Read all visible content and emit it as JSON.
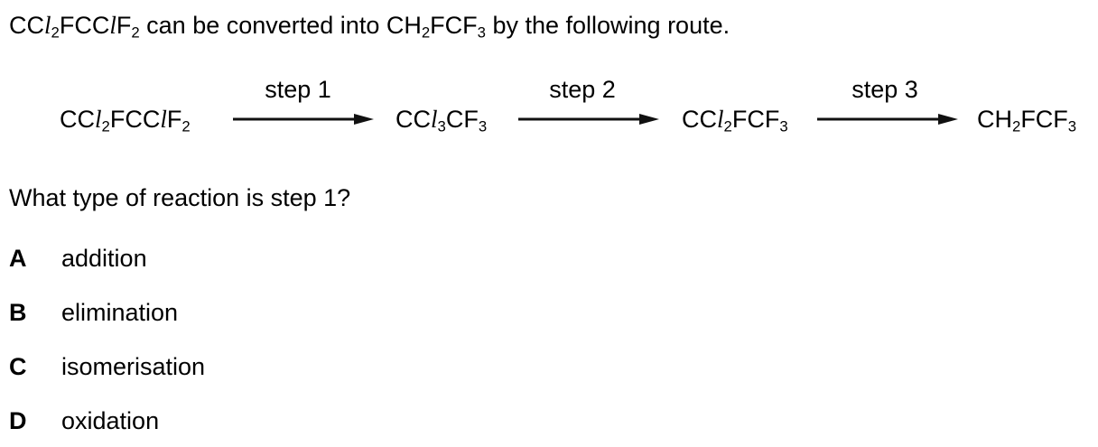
{
  "intro": {
    "prefix_formula": [
      "CC",
      "l",
      "2",
      "FCC",
      "l",
      "F",
      "2"
    ],
    "text_mid": " can be converted into ",
    "target_formula": [
      "CH",
      "2",
      "FCF",
      "3"
    ],
    "text_end": " by the following route."
  },
  "scheme": {
    "species": [
      {
        "parts": [
          "CC",
          "l",
          "2",
          "FCC",
          "l",
          "F",
          "2"
        ]
      },
      {
        "parts": [
          "CC",
          "l",
          "3",
          "CF",
          "3"
        ]
      },
      {
        "parts": [
          "CC",
          "l",
          "2",
          "FCF",
          "3"
        ]
      },
      {
        "parts": [
          "CH",
          "2",
          "FCF",
          "3"
        ]
      }
    ],
    "steps": [
      "step 1",
      "step 2",
      "step 3"
    ]
  },
  "question": "What type of reaction is step 1?",
  "options": [
    {
      "letter": "A",
      "text": "addition"
    },
    {
      "letter": "B",
      "text": "elimination"
    },
    {
      "letter": "C",
      "text": "isomerisation"
    },
    {
      "letter": "D",
      "text": "oxidation"
    }
  ]
}
